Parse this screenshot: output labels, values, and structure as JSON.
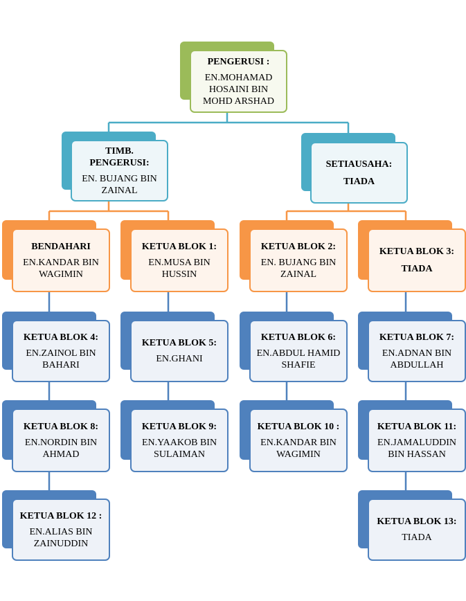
{
  "colors": {
    "green": "#9bbb59",
    "teal": "#4bacc6",
    "orange": "#f79646",
    "blue": "#4f81bd"
  },
  "nodes": {
    "pengerusi": {
      "role": "PENGERUSI :",
      "name": "EN.MOHAMAD HOSAINI BIN MOHD ARSHAD"
    },
    "timb": {
      "role": "TIMB. PENGERUSI:",
      "name": "EN. BUJANG BIN ZAINAL"
    },
    "setiausaha": {
      "role": "SETIAUSAHA:",
      "name": "TIADA"
    },
    "bendahari": {
      "role": "BENDAHARI",
      "name": "EN.KANDAR BIN WAGIMIN"
    },
    "blok1": {
      "role": "KETUA BLOK 1:",
      "name": "EN.MUSA BIN HUSSIN"
    },
    "blok2": {
      "role": "KETUA BLOK 2:",
      "name": "EN. BUJANG BIN ZAINAL"
    },
    "blok3": {
      "role": "KETUA BLOK 3:",
      "name": "TIADA"
    },
    "blok4": {
      "role": "KETUA BLOK 4:",
      "name": "EN.ZAINOL BIN BAHARI"
    },
    "blok5": {
      "role": "KETUA BLOK 5:",
      "name": "EN.GHANI"
    },
    "blok6": {
      "role": "KETUA BLOK 6:",
      "name": "EN.ABDUL HAMID SHAFIE"
    },
    "blok7": {
      "role": "KETUA BLOK 7:",
      "name": "EN.ADNAN BIN ABDULLAH"
    },
    "blok8": {
      "role": "KETUA BLOK 8:",
      "name": "EN.NORDIN BIN AHMAD"
    },
    "blok9": {
      "role": "KETUA BLOK 9:",
      "name": "EN.YAAKOB BIN SULAIMAN"
    },
    "blok10": {
      "role": "KETUA BLOK 10 :",
      "name": "EN.KANDAR BIN WAGIMIN"
    },
    "blok11": {
      "role": "KETUA BLOK 11:",
      "name": "EN.JAMALUDDIN BIN HASSAN"
    },
    "blok12": {
      "role": "KETUA BLOK 12 :",
      "name": "EN.ALIAS BIN ZAINUDDIN"
    },
    "blok13": {
      "role": "KETUA BLOK 13:",
      "name": "TIADA"
    }
  }
}
